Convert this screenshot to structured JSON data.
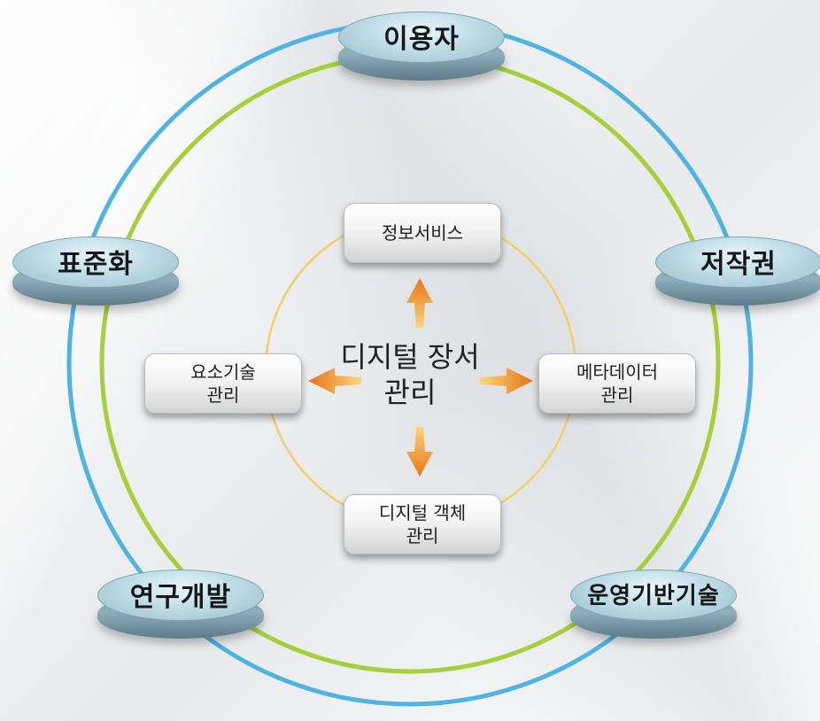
{
  "center": {
    "line1": "디지털 장서",
    "line2": "관리"
  },
  "inner_boxes": {
    "top": {
      "line1": "정보서비스"
    },
    "left": {
      "line1": "요소기술",
      "line2": "관리"
    },
    "right": {
      "line1": "메타데이터",
      "line2": "관리"
    },
    "bottom": {
      "line1": "디지털 객체",
      "line2": "관리"
    }
  },
  "outer_nodes": {
    "top": "이용자",
    "upper_left": "표준화",
    "upper_right": "저작권",
    "lower_left": "연구개발",
    "lower_right": "운영기반기술"
  },
  "colors": {
    "outer_ring": "#4fb3e3",
    "middle_ring": "#a6cf3c",
    "inner_ring": "#f2cd6a",
    "arrow": "#f08a1c"
  }
}
